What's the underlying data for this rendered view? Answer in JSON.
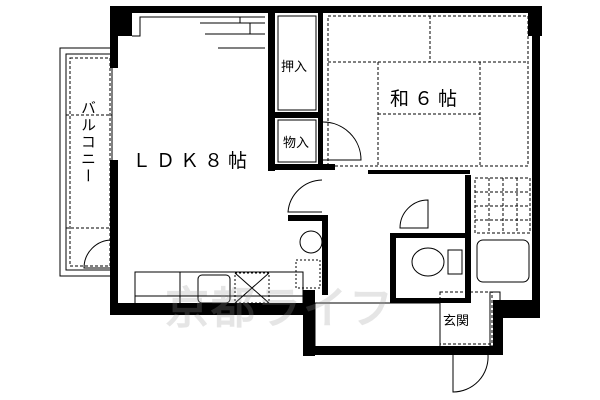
{
  "rooms": {
    "ldk": "ＬＤＫ８帖",
    "washitsu": "和６帖",
    "oshiire": "押入",
    "monoire": "物入",
    "balcony": "バルコニー",
    "genkan": "玄関"
  },
  "watermark": "京都ライフ",
  "colors": {
    "wall": "#000000",
    "background": "#ffffff"
  }
}
